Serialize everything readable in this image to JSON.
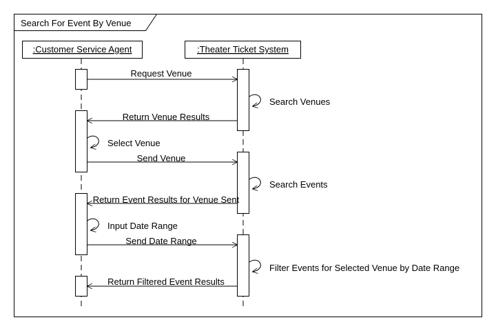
{
  "frame": {
    "title": "Search For Event By Venue"
  },
  "lifelines": [
    {
      "id": "agent",
      "name": ":Customer Service Agent"
    },
    {
      "id": "system",
      "name": ":Theater Ticket System"
    }
  ],
  "messages": [
    {
      "from": "agent",
      "to": "system",
      "label": "Request Venue"
    },
    {
      "self": "system",
      "label": "Search Venues"
    },
    {
      "from": "system",
      "to": "agent",
      "label": "Return Venue Results"
    },
    {
      "self": "agent",
      "label": "Select Venue"
    },
    {
      "from": "agent",
      "to": "system",
      "label": "Send Venue"
    },
    {
      "self": "system",
      "label": "Search Events"
    },
    {
      "from": "system",
      "to": "agent",
      "label": "Return Event Results for Venue Sent"
    },
    {
      "self": "agent",
      "label": "Input Date Range"
    },
    {
      "from": "agent",
      "to": "system",
      "label": "Send Date Range"
    },
    {
      "self": "system",
      "label": "Filter Events for Selected Venue by Date Range"
    },
    {
      "from": "system",
      "to": "agent",
      "label": "Return Filtered Event Results"
    }
  ]
}
